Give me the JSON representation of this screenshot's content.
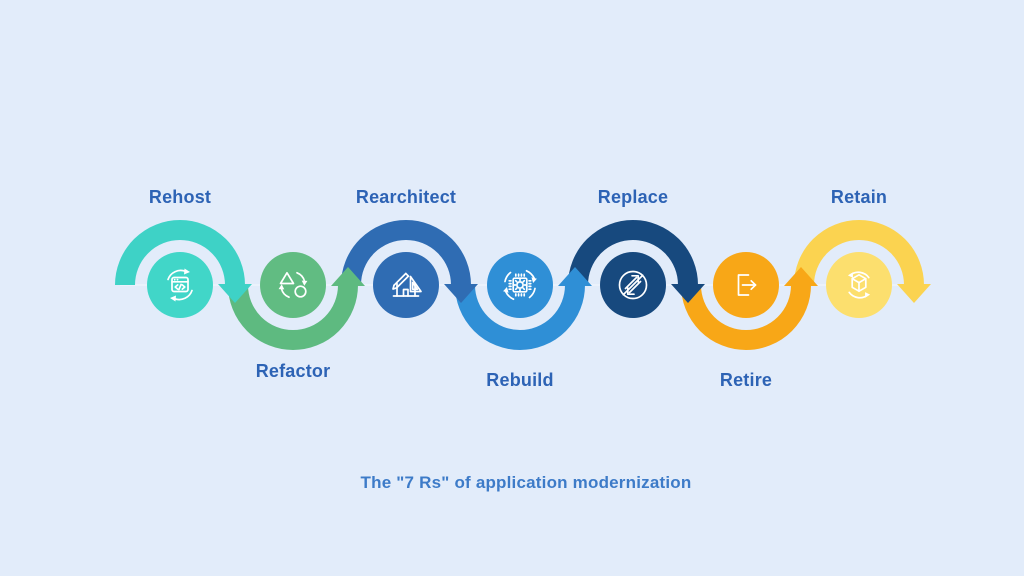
{
  "title": "The \"7 Rs\" of application modernization",
  "colors": {
    "background": "#e2ecfa",
    "label_text": "#2d63b5",
    "title_text": "#3d7bc8",
    "icon_stroke": "#ffffff",
    "baseline": "#f3f8ff"
  },
  "steps": [
    {
      "label": "Rehost",
      "label_position": "top",
      "icon": "code-window-refresh-icon",
      "arc_color": "#3ed2c6",
      "circle_color": "#41d6c8"
    },
    {
      "label": "Refactor",
      "label_position": "bottom",
      "icon": "shapes-transform-icon",
      "arc_color": "#5eba80",
      "circle_color": "#61bc82"
    },
    {
      "label": "Rearchitect",
      "label_position": "top",
      "icon": "pencil-ruler-house-icon",
      "arc_color": "#2f6cb3",
      "circle_color": "#2f6cb3"
    },
    {
      "label": "Rebuild",
      "label_position": "bottom",
      "icon": "cpu-gear-refresh-icon",
      "arc_color": "#2f8fd6",
      "circle_color": "#2f8fd6"
    },
    {
      "label": "Replace",
      "label_position": "top",
      "icon": "swap-arrows-icon",
      "arc_color": "#17497e",
      "circle_color": "#17497e"
    },
    {
      "label": "Retire",
      "label_position": "bottom",
      "icon": "exit-door-icon",
      "arc_color": "#f8a717",
      "circle_color": "#f8a717"
    },
    {
      "label": "Retain",
      "label_position": "top",
      "icon": "cube-refresh-icon",
      "arc_color": "#fbd350",
      "circle_color": "#fcdf6e"
    }
  ]
}
